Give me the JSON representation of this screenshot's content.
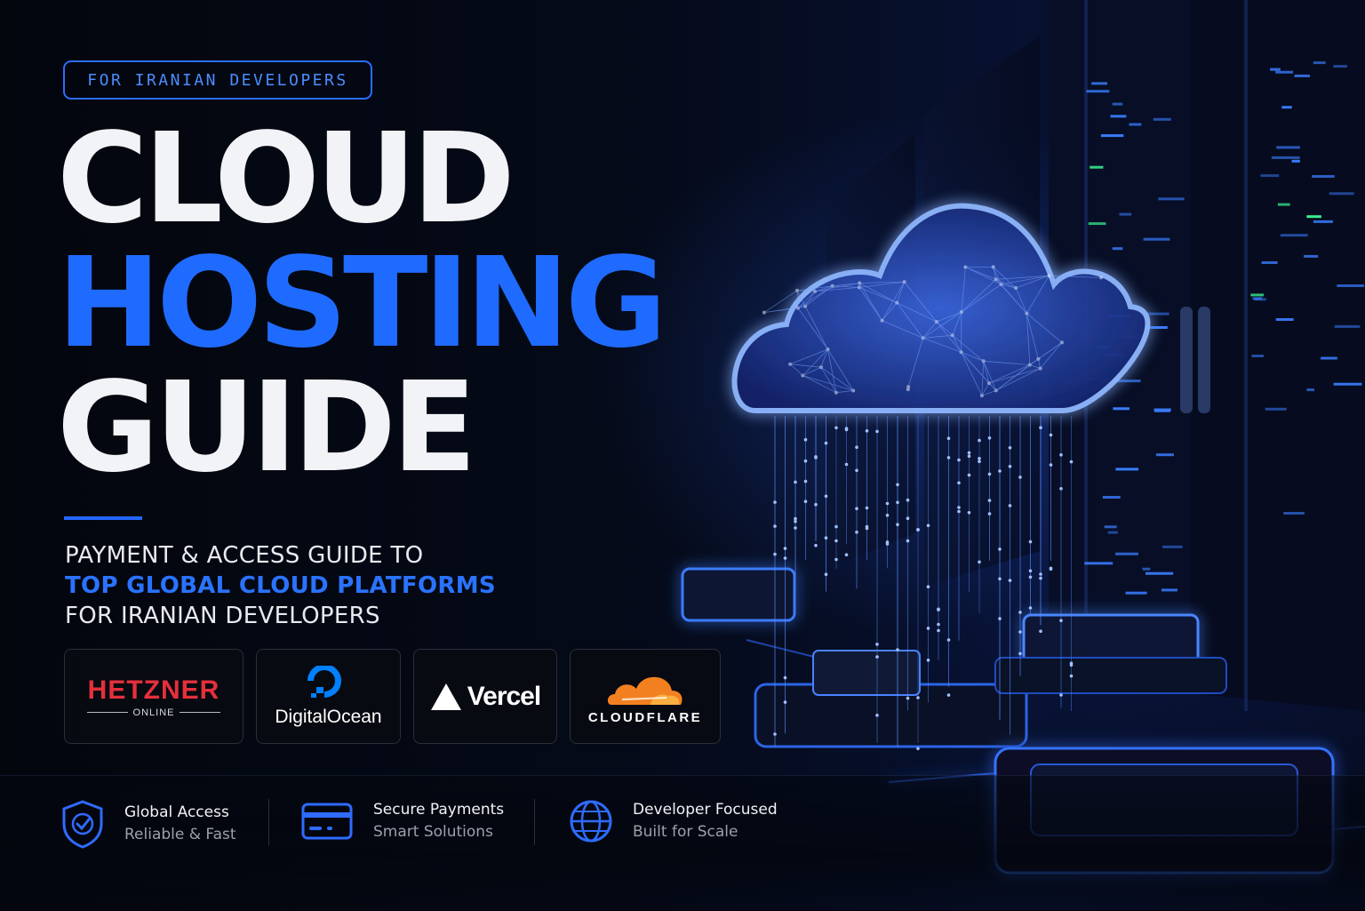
{
  "badge": "FOR IRANIAN DEVELOPERS",
  "headline": {
    "line1": "CLOUD",
    "line2": "HOSTING",
    "line3": "GUIDE"
  },
  "subtitle": {
    "line1": "PAYMENT & ACCESS GUIDE TO",
    "line2": "TOP GLOBAL CLOUD PLATFORMS",
    "line3": "FOR IRANIAN DEVELOPERS"
  },
  "logos": {
    "hetzner": {
      "name": "HETZNER",
      "sub": "ONLINE"
    },
    "digitalocean": {
      "name": "DigitalOcean"
    },
    "vercel": {
      "name": "Vercel"
    },
    "cloudflare": {
      "name": "CLOUDFLARE"
    }
  },
  "features": [
    {
      "title": "Global Access",
      "sub": "Reliable & Fast",
      "icon": "shield-check-icon"
    },
    {
      "title": "Secure Payments",
      "sub": "Smart Solutions",
      "icon": "credit-card-icon"
    },
    {
      "title": "Developer Focused",
      "sub": "Built for Scale",
      "icon": "globe-icon"
    }
  ],
  "colors": {
    "accent": "#1f6bff",
    "background": "#04070f",
    "hetzner": "#e5303c",
    "cloudflare": "#f38020"
  }
}
